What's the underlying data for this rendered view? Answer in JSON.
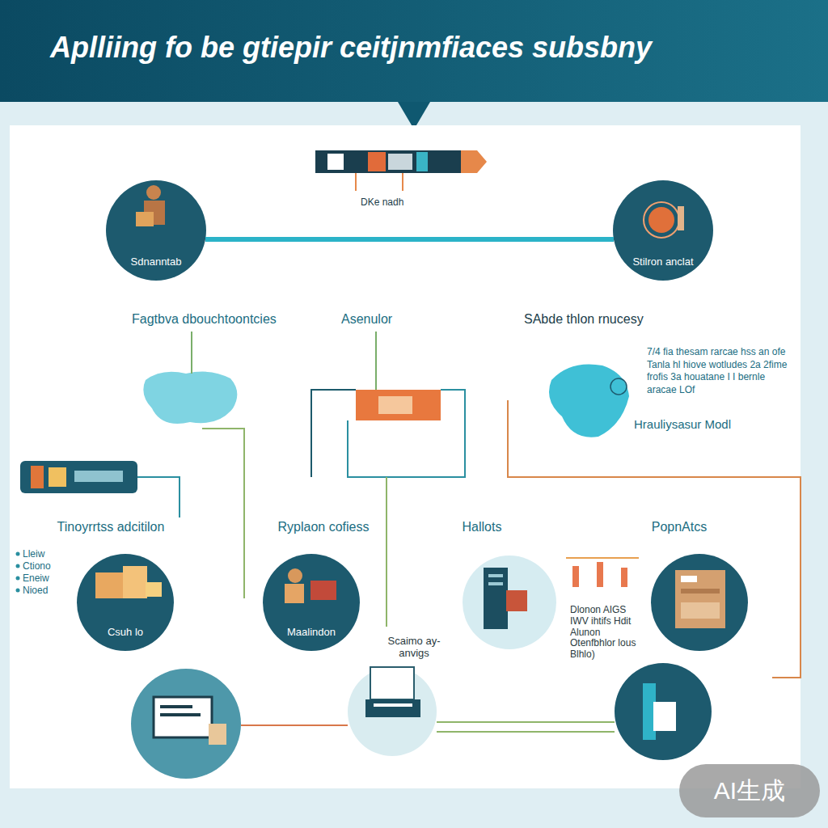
{
  "diagram": {
    "title": "Aplliing fo be gtiepir ceitjnmfiaces subsbny",
    "nodes": [
      {
        "text": [
          "Sdnanntab"
        ]
      },
      {
        "text": [
          "Stilron anclat"
        ]
      },
      {
        "text": [
          "Tinoyrrtss adcitilon",
          "Csuh lo"
        ]
      },
      {
        "text": [
          "Ryplaon cofiess",
          "Maalindon"
        ]
      },
      {
        "text": [
          "Hallots"
        ]
      },
      {
        "text": [
          "PopnAtcs"
        ]
      },
      {
        "text": [
          "Scaimo ay- anvigs"
        ]
      }
    ],
    "edges": [
      {
        "from": 0,
        "to": 1,
        "arrow": "none"
      }
    ],
    "labels": [
      "DKe nadh",
      "Fagtbva dbouchtoontcies",
      "Asenulor",
      "SAbde thlon rnucesy",
      "7/4 fia thesam rarcae hss an ofe Tanla hl hiove wotludes 2a 2fime frofis 3a houatane I I bernle aracae LOf",
      "Hrauliysasur Modl",
      "Lleiw",
      "Ctiono",
      "Eneiw",
      "Nioed",
      "Dlonon AIGS IWV ihtifs Hdit Alunon Otenfbhlor lous Blhlo)",
      "AI生成"
    ]
  }
}
